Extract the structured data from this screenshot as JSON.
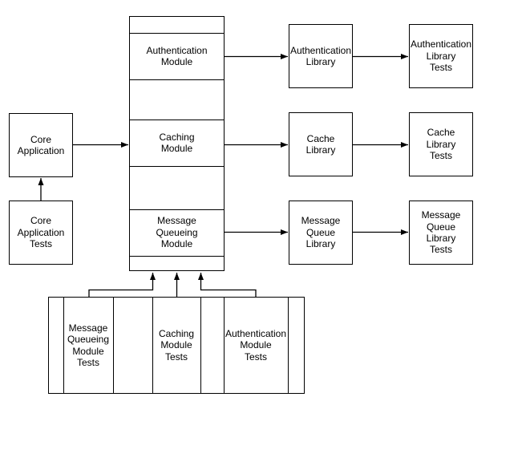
{
  "diagram": {
    "background_color": "#ffffff",
    "stroke_color": "#000000",
    "text_color": "#000000",
    "module_stack": {
      "sections": [
        {
          "label": "Authentication\nModule"
        },
        {
          "label": "Caching\nModule"
        },
        {
          "label": "Message\nQueueing\nModule"
        }
      ]
    },
    "nodes": {
      "core_application": "Core\nApplication",
      "core_application_tests": "Core\nApplication\nTests",
      "authentication_library": "Authentication\nLibrary",
      "cache_library": "Cache\nLibrary",
      "message_queue_library": "Message\nQueue\nLibrary",
      "authentication_library_tests": "Authentication\nLibrary\nTests",
      "cache_library_tests": "Cache\nLibrary\nTests",
      "message_queue_library_tests": "Message\nQueue\nLibrary\nTests"
    },
    "tests_stack": {
      "sections": {
        "message_queueing_module_tests": "Message\nQueueing\nModule\nTests",
        "caching_module_tests": "Caching\nModule\nTests",
        "authentication_module_tests": "Authentication\nModule\nTests"
      }
    }
  }
}
